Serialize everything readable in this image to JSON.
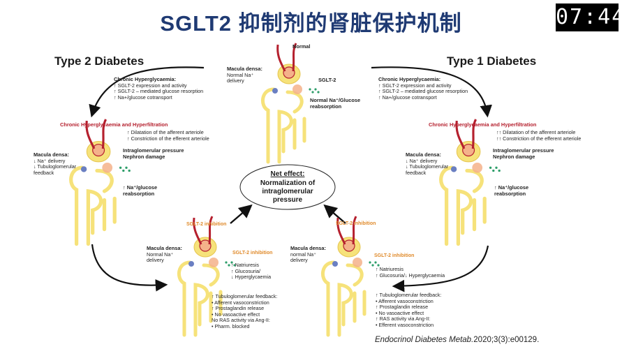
{
  "title": "SGLT2 抑制剂的肾脏保护机制",
  "timer": "07:44",
  "left": {
    "heading": "Type 2 Diabetes",
    "chronic_title": "Chronic Hyperglycaemia:",
    "chronic_lines": [
      "↑ SGLT-2 expression and activity",
      "↑ SGLT-2 – mediated glucose resorption",
      "↑ Na+/glucose cotransport"
    ],
    "hyper_title": "Chronic Hyperglycaemia and Hyperfiltration",
    "hyper_lines": [
      "↑ Dilatation of the afferent arteriole",
      "↑ Constriction of the efferent arteriole"
    ],
    "pressure_lines": [
      "Intraglomerular pressure",
      "Nephron damage"
    ],
    "macula_title": "Macula densa:",
    "macula_lines": [
      "↓ Na⁺ delivery",
      "↓ Tubuloglomerular",
      "feedback"
    ],
    "reabs_lines": [
      "↑ Na⁺/glucose",
      "reabsorption"
    ]
  },
  "right": {
    "heading": "Type 1 Diabetes",
    "chronic_title": "Chronic Hyperglycaemia:",
    "chronic_lines": [
      "↑ SGLT-2 expression and activity",
      "↑ SGLT-2 – mediated glucose resorption",
      "↑ Na+/glucose cotransport"
    ],
    "hyper_title": "Chronic Hyperglycaemia and Hyperfiltration",
    "hyper_lines": [
      "↑↑ Dilatation of the afferent arteriole",
      "↑↑ Constriction of the efferent arteriole"
    ],
    "pressure_lines": [
      "Intraglomerular pressure",
      "Nephron damage"
    ],
    "macula_title": "Macula densa:",
    "macula_lines": [
      "↓ Na⁺ delivery",
      "↓ Tubuloglomerular",
      "feedback"
    ],
    "reabs_lines": [
      "↑ Na⁺/glucose",
      "reabsorption"
    ]
  },
  "top": {
    "normal": "Normal",
    "macula_title": "Macula densa:",
    "macula_lines": [
      "Normal Na⁺",
      "delivery"
    ],
    "sglt2": "SGLT-2",
    "reabs_lines": [
      "Normal Na⁺/Glucose",
      "reabsorption"
    ]
  },
  "net": {
    "title": "Net effect:",
    "text_lines": [
      "Normalization of",
      "intraglomerular",
      "pressure"
    ]
  },
  "bottom_left": {
    "inhibition_top": "SGLT-2 inhibition",
    "inhibition_side": "SGLT-2 inhibition",
    "macula_title": "Macula densa:",
    "macula_lines": [
      "Normal Na⁺",
      "delivery"
    ],
    "effects": [
      "↑ Natriuresis",
      "↑ Glucosuria/",
      "↓ Hyperglycaemia"
    ],
    "feedback_lines": [
      "↑ Tubuloglomerular feedback:",
      "  • Afferent vasoconstriction",
      "↑ Prostaglandin release",
      "  • No vasoactive effect",
      "No RAS activity via Ang-II:",
      "  • Pharm. blocked"
    ]
  },
  "bottom_right": {
    "inhibition_top": "SGLT-2 inhibition",
    "inhibition_side": "SGLT-2 inhibition",
    "macula_title": "Macula densa:",
    "macula_lines": [
      "normal Na⁺",
      "delivery"
    ],
    "effects": [
      "↑ Natriuresis",
      "↑ Glucosuria/↓ Hyperglycaemia"
    ],
    "feedback_lines": [
      "↑ Tubuloglomerular feedback:",
      "  • Afferent vasoconstriction",
      "↑ Prostaglandin release",
      "  • No vasoactive effect",
      "↑ RAS activity via Ang-II:",
      "  • Efferent vasoconstriction"
    ]
  },
  "citation": {
    "journal": "Endocrinol Diabetes Metab.",
    "ref": "2020;3(3):e00129."
  },
  "colors": {
    "title": "#1f3a73",
    "tubule": "#f6e27a",
    "arteriole": "#b5202e",
    "glomerulus": "#f4b28a",
    "red_text": "#b5202e",
    "orange_text": "#e08a2a",
    "sglt_green": "#2e9e6a"
  }
}
